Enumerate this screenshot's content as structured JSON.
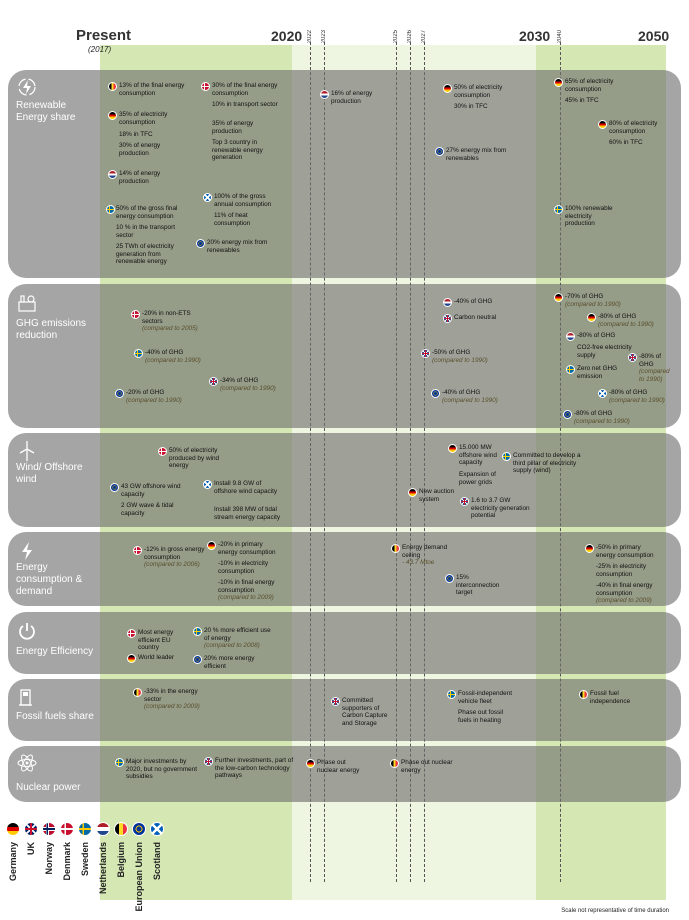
{
  "header": {
    "present": "Present",
    "present_sub": "(2017)",
    "years": [
      "2020",
      "2030",
      "2050"
    ],
    "small_years": [
      "2022",
      "2023",
      "2025",
      "2026",
      "2027",
      "2040"
    ]
  },
  "legend": [
    "Germany",
    "UK",
    "Norway",
    "Denmark",
    "Sweden",
    "Netherlands",
    "Belgium",
    "European Union",
    "Scotland"
  ],
  "note": "Scale not representative of time duration",
  "rows": {
    "renewable": {
      "label": "Renewable Energy share",
      "items": [
        {
          "t": "13% of the final energy consumption",
          "n": ""
        },
        {
          "t": "35% of electricity consumption",
          "n": ""
        },
        {
          "t": "18% in TFC",
          "n": ""
        },
        {
          "t": "30% of energy production",
          "n": ""
        },
        {
          "t": "14% of energy production",
          "n": ""
        },
        {
          "t": "50% of the gross final energy consumption",
          "n": ""
        },
        {
          "t": "10 % in the transport sector",
          "n": ""
        },
        {
          "t": "25 TWh of electricity generation from renewable energy",
          "n": ""
        },
        {
          "t": "30% of the final energy consumption",
          "n": ""
        },
        {
          "t": "10% in transport sector",
          "n": ""
        },
        {
          "t": "35% of energy production",
          "n": ""
        },
        {
          "t": "Top 3 country in renewable energy generation",
          "n": ""
        },
        {
          "t": "100% of the gross annual consumption",
          "n": ""
        },
        {
          "t": "11% of heat consumption",
          "n": ""
        },
        {
          "t": "20% energy mix from renewables",
          "n": ""
        },
        {
          "t": "16% of energy production",
          "n": ""
        },
        {
          "t": "50% of electricity consumption",
          "n": ""
        },
        {
          "t": "30% in TFC",
          "n": ""
        },
        {
          "t": "27% energy mix from renewables",
          "n": ""
        },
        {
          "t": "65% of electricity consumption",
          "n": ""
        },
        {
          "t": "45% in TFC",
          "n": ""
        },
        {
          "t": "80% of electricity consumption",
          "n": ""
        },
        {
          "t": "60% in TFC",
          "n": ""
        },
        {
          "t": "100% renewable electricity production",
          "n": ""
        }
      ]
    },
    "ghg": {
      "label": "GHG emissions reduction",
      "items": [
        {
          "t": "-20% in non-ETS sectors",
          "n": "(compared to 2005)"
        },
        {
          "t": "-40% of GHG",
          "n": "(compared to 1990)"
        },
        {
          "t": "-20% of GHG",
          "n": "(compared to 1990)"
        },
        {
          "t": "-34% of GHG",
          "n": "(compared to 1990)"
        },
        {
          "t": "-40% of GHG",
          "n": ""
        },
        {
          "t": "Carbon neutral",
          "n": ""
        },
        {
          "t": "-50% of GHG",
          "n": "(compared to 1990)"
        },
        {
          "t": "-40% of GHG",
          "n": "(compared to 1990)"
        },
        {
          "t": "-70% of GHG",
          "n": "(compared to 1990)"
        },
        {
          "t": "-80% of GHG",
          "n": "(compared to 1990)"
        },
        {
          "t": "-80% of GHG",
          "n": ""
        },
        {
          "t": "CO2-free electricity supply",
          "n": ""
        },
        {
          "t": "-80% of GHG",
          "n": "(compared to 1990)"
        },
        {
          "t": "Zero net GHG emission",
          "n": ""
        },
        {
          "t": "-80% of GHG",
          "n": "(compared to 1990)"
        },
        {
          "t": "-80% of GHG",
          "n": "(compared to 1990)"
        }
      ]
    },
    "wind": {
      "label": "Wind/ Offshore wind",
      "items": [
        {
          "t": "50% of electricity produced by wind energy",
          "n": ""
        },
        {
          "t": "43 GW offshore wind capacity",
          "n": ""
        },
        {
          "t": "2 GW wave & tidal capacity",
          "n": ""
        },
        {
          "t": "Install 9.8 GW of offshore wind capacity",
          "n": ""
        },
        {
          "t": "Install 398 MW of tidal stream energy capacity",
          "n": ""
        },
        {
          "t": "15.000 MW offshore wind capacity",
          "n": ""
        },
        {
          "t": "Expansion of power grids",
          "n": ""
        },
        {
          "t": "Committed to develop a third pillar of electricity supply (wind)",
          "n": ""
        },
        {
          "t": "New auction system",
          "n": ""
        },
        {
          "t": "1.6 to 3.7 GW electricity generation potential",
          "n": ""
        }
      ]
    },
    "consumption": {
      "label": "Energy consumption & demand",
      "items": [
        {
          "t": "-12% in gross energy consumption",
          "n": "(compared to 2006)"
        },
        {
          "t": "-20% in primary energy consumption",
          "n": ""
        },
        {
          "t": "-10% in electricity consumption",
          "n": ""
        },
        {
          "t": "-10% in final energy consumption",
          "n": "(compared to 2009)"
        },
        {
          "t": "Energy demand ceiling",
          "n": "- 43.7 Mtoe"
        },
        {
          "t": "15% interconnection target",
          "n": ""
        },
        {
          "t": "-50% in primary energy consumption",
          "n": ""
        },
        {
          "t": "-25% in electricity consumption",
          "n": ""
        },
        {
          "t": "-40% in final energy consumption",
          "n": "(compared to 2009)"
        }
      ]
    },
    "efficiency": {
      "label": "Energy Efficiency",
      "items": [
        {
          "t": "Most energy efficient EU country",
          "n": ""
        },
        {
          "t": "World leader",
          "n": ""
        },
        {
          "t": "20 % more efficient use of energy",
          "n": "(compared to 2008)"
        },
        {
          "t": "20% more energy efficient",
          "n": ""
        }
      ]
    },
    "fossil": {
      "label": "Fossil fuels share",
      "items": [
        {
          "t": "-33% in the energy sector",
          "n": "(compared to 2009)"
        },
        {
          "t": "Committed supporters of Carbon Capture and Storage",
          "n": ""
        },
        {
          "t": "Fossil-independent vehicle fleet",
          "n": ""
        },
        {
          "t": "Phase out fossil fuels in heating",
          "n": ""
        },
        {
          "t": "Fossil fuel independence",
          "n": ""
        }
      ]
    },
    "nuclear": {
      "label": "Nuclear power",
      "items": [
        {
          "t": "Major investments by 2020, but no government subsidies",
          "n": ""
        },
        {
          "t": "Further investments, part of the low-carbon technology pathways",
          "n": ""
        },
        {
          "t": "Phase out nuclear energy",
          "n": ""
        },
        {
          "t": "Phase out nuclear energy",
          "n": ""
        }
      ]
    }
  }
}
